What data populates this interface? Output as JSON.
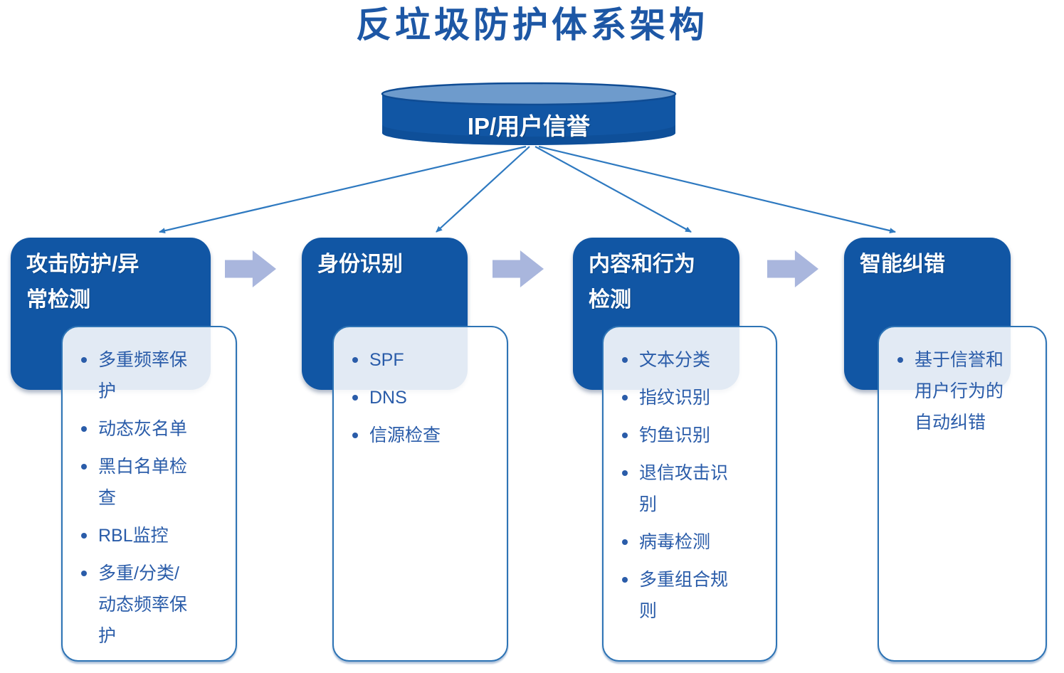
{
  "title": "反垃圾防护体系架构",
  "root": {
    "label": "IP/用户信誉"
  },
  "columns": [
    {
      "header": "攻击防护/异\n常检测",
      "items": [
        "多重频率保\n护",
        "动态灰名单",
        "黑白名单检\n查",
        "RBL监控",
        "多重/分类/\n动态频率保\n护"
      ]
    },
    {
      "header": "身份识别",
      "items": [
        "SPF",
        "DNS",
        "信源检查"
      ]
    },
    {
      "header": "内容和行为\n检测",
      "items": [
        "文本分类",
        "指纹识别",
        "钓鱼识别",
        "退信攻击识\n别",
        "病毒检测",
        "多重组合规\n则"
      ]
    },
    {
      "header": "智能纠错",
      "items": [
        "基于信誉和\n用户行为的\n自动纠错"
      ]
    }
  ],
  "colors": {
    "primary_dark_blue": "#1156a4",
    "cylinder_top": "#6e9bcc",
    "title_text": "#1d57a5",
    "list_text": "#2a5ca9",
    "panel_border": "#2e74b5",
    "block_arrow": "#a9b6dd",
    "connector_arrow": "#2e79c0",
    "header_text": "#ffffff"
  }
}
